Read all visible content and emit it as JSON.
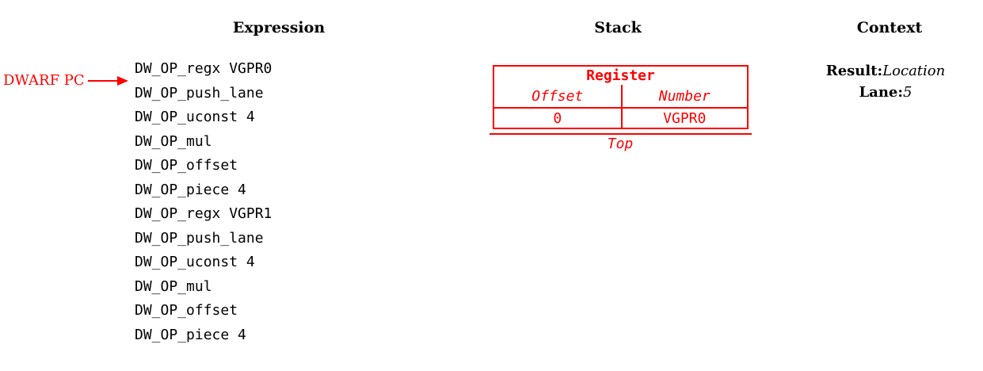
{
  "colors": {
    "accent_red": "#ff0000",
    "text_black": "#000000",
    "background": "#ffffff"
  },
  "headers": {
    "expression": "Expression",
    "stack": "Stack",
    "context": "Context"
  },
  "pc_marker": {
    "label": "DWARF PC"
  },
  "expression": {
    "instructions": [
      "DW_OP_regx VGPR0",
      "DW_OP_push_lane",
      "DW_OP_uconst 4",
      "DW_OP_mul",
      "DW_OP_offset",
      "DW_OP_piece 4",
      "DW_OP_regx VGPR1",
      "DW_OP_push_lane",
      "DW_OP_uconst 4",
      "DW_OP_mul",
      "DW_OP_offset",
      "DW_OP_piece 4"
    ]
  },
  "stack": {
    "entry": {
      "title": "Register",
      "columns": [
        "Offset",
        "Number"
      ],
      "values": [
        "0",
        "VGPR0"
      ]
    },
    "top_label": "Top"
  },
  "context": {
    "result_label": "Result:",
    "result_value": "Location",
    "lane_label": "Lane:",
    "lane_value": "5"
  }
}
